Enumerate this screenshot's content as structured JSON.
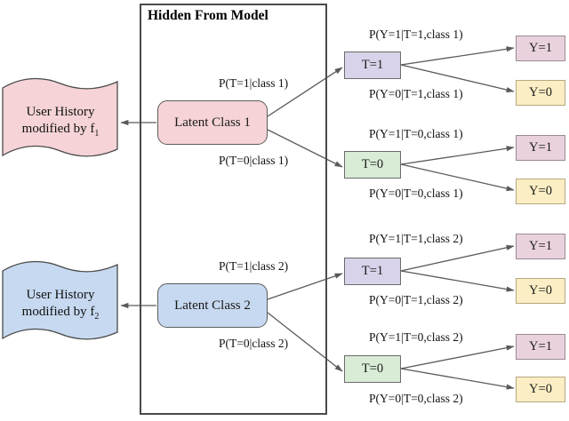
{
  "diagram": {
    "hidden_frame": {
      "title": "Hidden From Model"
    },
    "branches": [
      {
        "id": "class-1",
        "history_line1": "User History",
        "history_line2_pre": "modified by f",
        "history_line2_sub": "1",
        "latent_label": "Latent Class 1",
        "treatment_up_prob": "P(T=1|class 1)",
        "treatment_down_prob": "P(T=0|class 1)",
        "treatments": [
          {
            "label": "T=1",
            "outcome_up_prob": "P(Y=1|T=1,class 1)",
            "outcome_down_prob": "P(Y=0|T=1,class 1)",
            "outcome_up": "Y=1",
            "outcome_down": "Y=0"
          },
          {
            "label": "T=0",
            "outcome_up_prob": "P(Y=1|T=0,class 1)",
            "outcome_down_prob": "P(Y=0|T=0,class 1)",
            "outcome_up": "Y=1",
            "outcome_down": "Y=0"
          }
        ]
      },
      {
        "id": "class-2",
        "history_line1": "User History",
        "history_line2_pre": "modified by f",
        "history_line2_sub": "2",
        "latent_label": "Latent Class 2",
        "treatment_up_prob": "P(T=1|class 2)",
        "treatment_down_prob": "P(T=0|class 2)",
        "treatments": [
          {
            "label": "T=1",
            "outcome_up_prob": "P(Y=1|T=1,class 2)",
            "outcome_down_prob": "P(Y=0|T=1,class 2)",
            "outcome_up": "Y=1",
            "outcome_down": "Y=0"
          },
          {
            "label": "T=0",
            "outcome_up_prob": "P(Y=1|T=0,class 2)",
            "outcome_down_prob": "P(Y=0|T=0,class 2)",
            "outcome_up": "Y=1",
            "outcome_down": "Y=0"
          }
        ]
      }
    ],
    "colors": {
      "class1_fill": "#f5d3d6",
      "class2_fill": "#c6d9f0",
      "treatment_one_fill": "#d8d3ea",
      "treatment_zero_fill": "#d8ecd6",
      "outcome_one_fill": "#e9d2de",
      "outcome_zero_fill": "#fbeec4",
      "frame_stroke": "#4a4a4a",
      "arrow_stroke": "#5a5a5a"
    }
  }
}
